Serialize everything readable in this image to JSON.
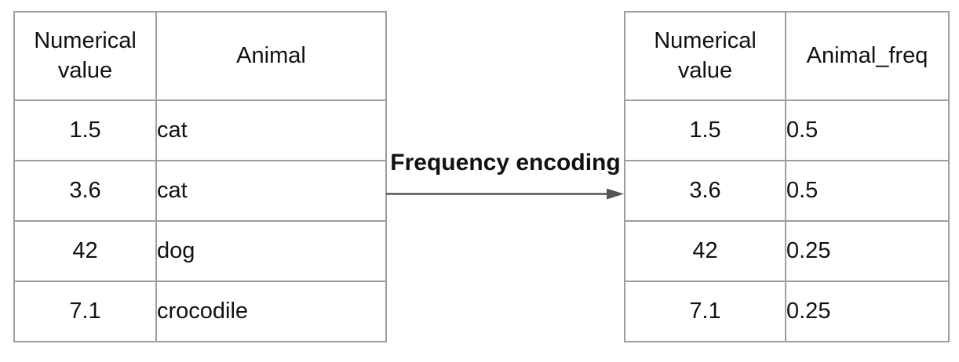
{
  "colors": {
    "background": "#ffffff",
    "table_border": "#9e9e9e",
    "arrow": "#545454",
    "text": "#111111"
  },
  "transform_arrow": {
    "label": "Frequency encoding"
  },
  "left_table": {
    "columns": [
      "Numerical value",
      "Animal"
    ],
    "rows": [
      [
        "1.5",
        "cat"
      ],
      [
        "3.6",
        "cat"
      ],
      [
        "42",
        "dog"
      ],
      [
        "7.1",
        "crocodile"
      ]
    ]
  },
  "right_table": {
    "columns": [
      "Numerical value",
      "Animal_freq"
    ],
    "rows": [
      [
        "1.5",
        "0.5"
      ],
      [
        "3.6",
        "0.5"
      ],
      [
        "42",
        "0.25"
      ],
      [
        "7.1",
        "0.25"
      ]
    ]
  }
}
